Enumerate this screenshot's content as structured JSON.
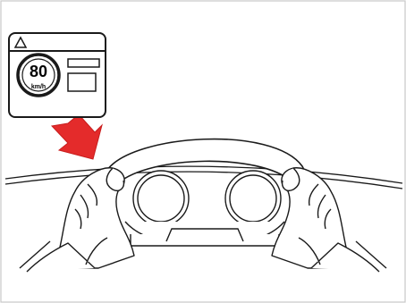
{
  "figure": {
    "kind": "steering-wheel-and-head-up-display-illustration",
    "colors": {
      "outline": "#1a1a1a",
      "background": "#ffffff",
      "arrow": "#e42b2b",
      "frame": "#bdbdbd"
    }
  },
  "display_panel": {
    "speed_value": "80",
    "speed_unit": "km/h",
    "warning_icon": "warning-triangle-icon"
  },
  "arrow": {
    "icon": "down-arrow-icon"
  }
}
